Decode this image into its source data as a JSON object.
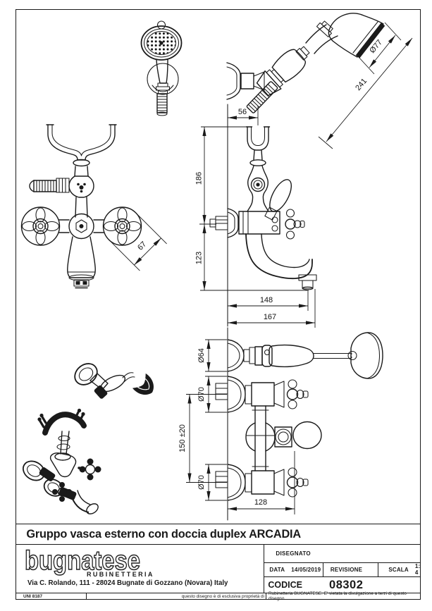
{
  "sheet": {
    "title": "Gruppo vasca esterno con doccia duplex ARCADIA",
    "standard": "UNI 8187",
    "disclaimer_left": "questo disegno è di esclusiva proprietà di",
    "disclaimer_right": "Rubinetteria BUGNATESE. E' vietata la divulgazione a terzi di questo disegno"
  },
  "brand": {
    "logo_text": "bugnatese",
    "logo_subtext": "RUBINETTERIA",
    "address": "Via C. Rolando, 111 - 28024 Bugnate di Gozzano (Novara) Italy"
  },
  "titleblock": {
    "disegnato_label": "DISEGNATO",
    "data_label": "DATA",
    "data_value": "14/05/2019",
    "revisione_label": "REVISIONE",
    "scala_label": "SCALA",
    "scala_value": "1: 4",
    "codice_label": "CODICE",
    "codice_value": "08302"
  },
  "dims": {
    "wall_to_cradle": "56",
    "height_above_body": "186",
    "spout_drop": "123",
    "spout_reach": "148",
    "overall_reach": "167",
    "handle_width": "67",
    "head_diameter": "Ø77",
    "handshower_length": "241",
    "holder_flange_diameter": "Ø64",
    "union_diameter_top": "Ø70",
    "union_interaxis": "150 ±20",
    "union_diameter_bottom": "Ø70",
    "body_depth": "128"
  },
  "colors": {
    "line": "#1a1a1a",
    "background": "#ffffff"
  }
}
